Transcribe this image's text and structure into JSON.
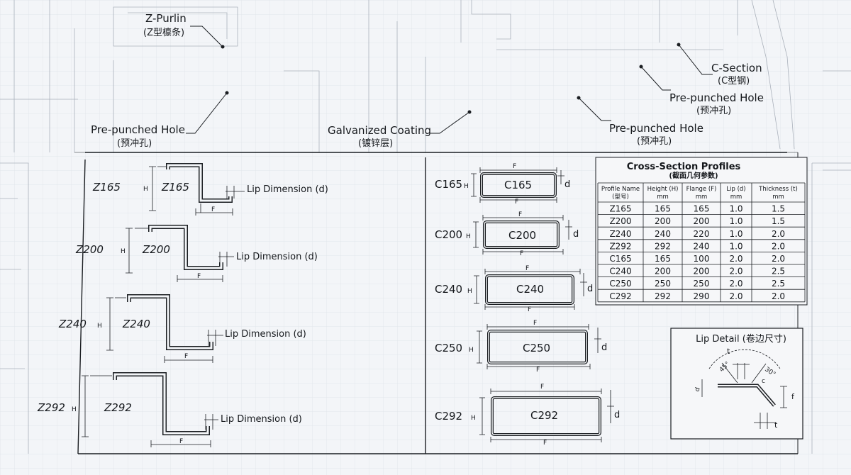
{
  "callouts": {
    "z_purlin": {
      "title": "Z-Purlin",
      "sub": "(Z型檩条)"
    },
    "pre_punched_left": {
      "title": "Pre-punched Hole",
      "sub": "(预冲孔)"
    },
    "galvanized": {
      "title": "Galvanized Coating",
      "sub": "(镀锌层)"
    },
    "pre_punched_mid": {
      "title": "Pre-punched Hole",
      "sub": "(预冲孔)"
    },
    "pre_punched_right": {
      "title": "Pre-punched Hole",
      "sub": "(预冲孔)"
    },
    "c_section": {
      "title": "C-Section",
      "sub": "(C型钢)"
    }
  },
  "z_profiles": [
    {
      "name": "Z165",
      "inner": "Z165",
      "h": "H",
      "f": "F",
      "lip": "Lip Dimension (d)"
    },
    {
      "name": "Z200",
      "inner": "Z200",
      "h": "H",
      "f": "F",
      "lip": "Lip Dimension (d)"
    },
    {
      "name": "Z240",
      "inner": "Z240",
      "h": "H",
      "f": "F",
      "lip": "Lip Dimension (d)"
    },
    {
      "name": "Z292",
      "inner": "Z292",
      "h": "H",
      "f": "F",
      "lip": "Lip Dimension (d)"
    }
  ],
  "c_profiles": [
    {
      "name": "C165",
      "inner": "C165",
      "h": "H",
      "f": "F",
      "d": "d"
    },
    {
      "name": "C200",
      "inner": "C200",
      "h": "H",
      "f": "F",
      "d": "d"
    },
    {
      "name": "C240",
      "inner": "C240",
      "h": "H",
      "f": "F",
      "d": "d"
    },
    {
      "name": "C250",
      "inner": "C250",
      "h": "H",
      "f": "F",
      "d": "d"
    },
    {
      "name": "C292",
      "inner": "C292",
      "h": "H",
      "f": "F",
      "d": "d"
    }
  ],
  "table": {
    "title": "Cross-Section Profiles",
    "subtitle": "(截面几何参数)",
    "headers": [
      {
        "l1": "Profile Name",
        "l2": "(型号)"
      },
      {
        "l1": "Height (H)",
        "l2": "mm"
      },
      {
        "l1": "Flange (F)",
        "l2": "mm"
      },
      {
        "l1": "Lip (d)",
        "l2": "mm"
      },
      {
        "l1": "Thickness (t)",
        "l2": "mm"
      }
    ],
    "rows": [
      [
        "Z165",
        "165",
        "165",
        "1.0",
        "1.5"
      ],
      [
        "Z200",
        "200",
        "200",
        "1.0",
        "1.5"
      ],
      [
        "Z240",
        "240",
        "220",
        "1.0",
        "2.0"
      ],
      [
        "Z292",
        "292",
        "240",
        "1.0",
        "2.0"
      ],
      [
        "C165",
        "165",
        "100",
        "2.0",
        "2.0"
      ],
      [
        "C240",
        "200",
        "200",
        "2.0",
        "2.5"
      ],
      [
        "C250",
        "250",
        "250",
        "2.0",
        "2.5"
      ],
      [
        "C292",
        "292",
        "290",
        "2.0",
        "2.0"
      ]
    ]
  },
  "lip_detail": {
    "title": "Lip Detail (卷边尺寸)",
    "t_top": "t",
    "t_bottom": "t",
    "angle1": "45°",
    "angle2": "30°",
    "d_label": "d",
    "c_label": "c",
    "f_label": "f"
  },
  "colors": {
    "line": "#1b1e22",
    "paper": "#f3f5f8",
    "grid": "#d9dee5"
  }
}
